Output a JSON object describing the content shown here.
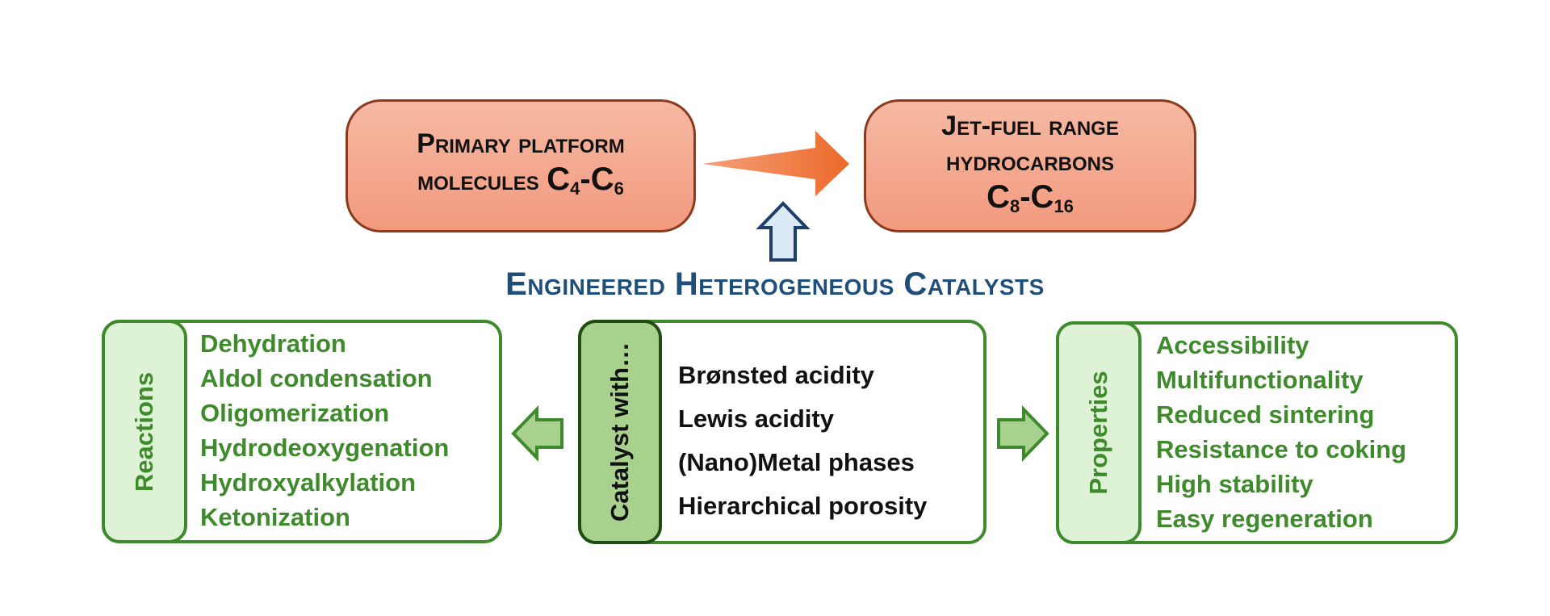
{
  "left_pill": {
    "line1": "Primary platform",
    "line2_prefix": "molecules ",
    "formula_main1": "C",
    "formula_sub1": "4",
    "formula_dash": "-C",
    "formula_sub2": "6"
  },
  "right_pill": {
    "line1": "Jet-fuel range",
    "line2": "hydrocarbons",
    "formula_main1": "C",
    "formula_sub1": "8",
    "formula_dash": "-C",
    "formula_sub2": "16"
  },
  "title": "Engineered Heterogeneous Catalysts",
  "reactions": {
    "label": "Reactions",
    "items": [
      "Dehydration",
      "Aldol condensation",
      "Oligomerization",
      "Hydrodeoxygenation",
      "Hydroxyalkylation",
      "Ketonization"
    ]
  },
  "catalyst": {
    "label": "Catalyst with…",
    "items": [
      "Brønsted acidity",
      "Lewis acidity",
      "(Nano)Metal phases",
      "Hierarchical porosity"
    ]
  },
  "properties": {
    "label": "Properties",
    "items": [
      "Accessibility",
      "Multifunctionality",
      "Reduced sintering",
      "Resistance to coking",
      "High stability",
      "Easy regeneration"
    ]
  },
  "colors": {
    "pill_fill": "#f29a7e",
    "pill_border": "#8b3a1e",
    "orange_arrow": "#ee7034",
    "title_blue": "#1f4e79",
    "green": "#3e8a2c",
    "light_green": "#def3d6",
    "mid_green": "#a9d18e",
    "up_arrow_fill": "#dce9f7"
  }
}
